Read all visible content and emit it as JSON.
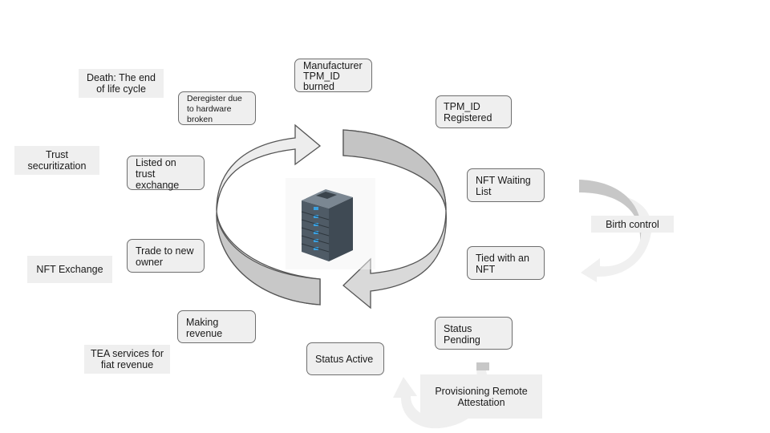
{
  "stages": {
    "manufacturer": "Manufacturer\nTPM_ID\nburned",
    "registered": "TPM_ID\nRegistered",
    "waiting": "NFT Waiting\nList",
    "tied": "Tied with an\nNFT",
    "pending": "Status\nPending",
    "active": "Status Active",
    "revenue": "Making\nrevenue",
    "trade": "Trade to new\nowner",
    "listed": "Listed on\ntrust\nexchange",
    "deregister": "Deregister due\nto hardware\nbroken"
  },
  "notes": {
    "death": "Death: The end\nof life cycle",
    "trust": "Trust\nsecuritization",
    "nft_exchange": "NFT Exchange",
    "tea": "TEA services for\nfiat revenue",
    "birth": "Birth control",
    "provisioning": "Provisioning Remote\nAttestation"
  },
  "icons": {
    "center": "server-rack-icon"
  },
  "colors": {
    "box_fill": "#efefef",
    "box_border": "#6e6e6e",
    "arrow_dark": "#c4c4c4",
    "arrow_light": "#ededed",
    "server_body": "#4f5b66",
    "server_led": "#3aa0e0"
  }
}
